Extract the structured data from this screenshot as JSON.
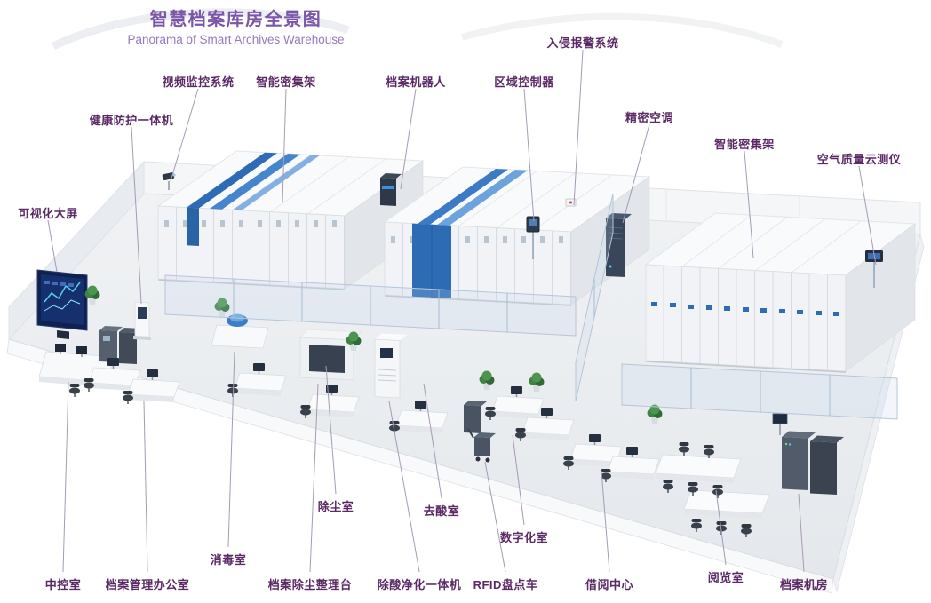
{
  "header": {
    "title": "智慧档案库房全景图",
    "subtitle": "Panorama of Smart Archives Warehouse"
  },
  "labels": {
    "video_surveillance": "视频监控系统",
    "smart_shelving_left": "智能密集架",
    "archive_robot": "档案机器人",
    "zone_controller": "区域控制器",
    "intrusion_alarm": "入侵报警系统",
    "precision_ac": "精密空调",
    "smart_shelving_right": "智能密集架",
    "air_quality_monitor": "空气质量云测仪",
    "health_protection": "健康防护一体机",
    "visual_big_screen": "可视化大屏",
    "central_control_room": "中控室",
    "archive_office": "档案管理办公室",
    "disinfection_room": "消毒室",
    "dust_workbench": "档案除尘整理台",
    "dust_removal_room": "除尘室",
    "deacid_machine": "除酸净化一体机",
    "deacid_room": "去酸室",
    "rfid_cart": "RFID盘点车",
    "digitization_room": "数字化室",
    "lending_center": "借阅中心",
    "reading_room": "阅览室",
    "archive_server_room": "档案机房"
  },
  "colors": {
    "title": "#7a55a8",
    "subtitle": "#9878c2",
    "label": "#5b2a66",
    "leader": "#a79ab5",
    "accent-blue": "#2e6db4",
    "screen-navy": "#16306e",
    "floor": "#edeff2",
    "wall": "#f4f6f8"
  }
}
